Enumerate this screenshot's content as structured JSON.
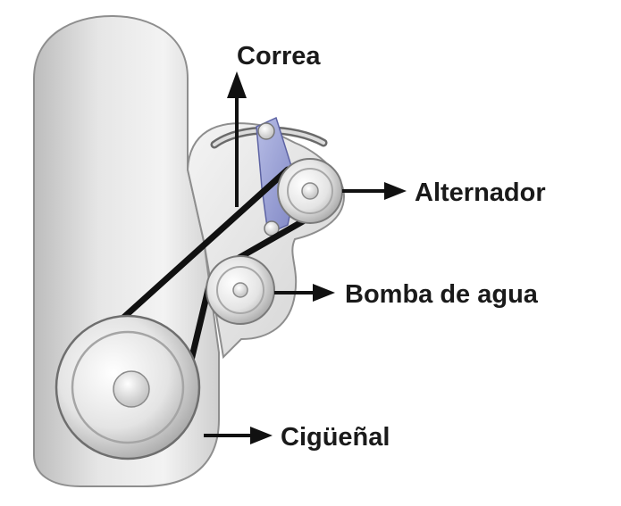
{
  "labels": {
    "belt": "Correa",
    "alternator": "Alternador",
    "water_pump": "Bomba de agua",
    "crankshaft": "Cigüeñal"
  }
}
